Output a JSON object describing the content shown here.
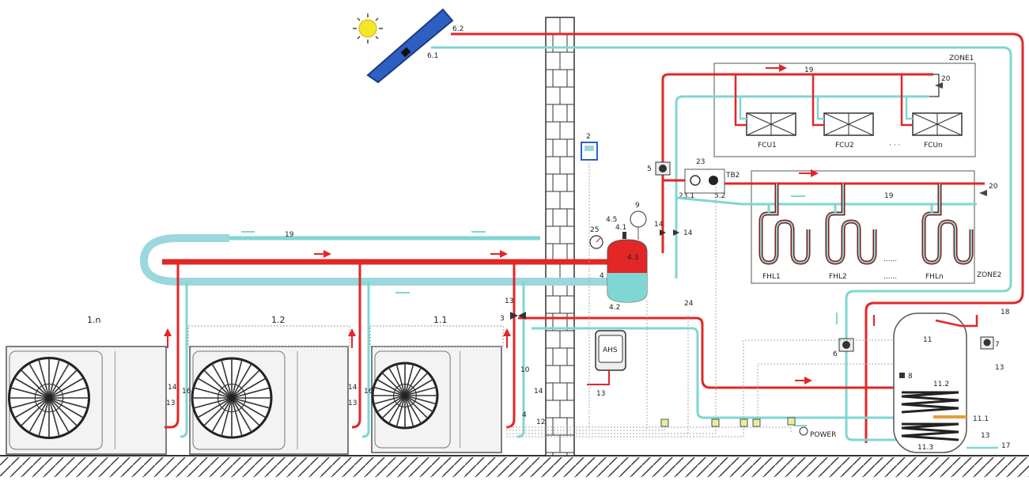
{
  "colors": {
    "hot": "#e32626",
    "cold": "#7fd6d3",
    "panel": "#2f5fc2",
    "sun": "#f5e62c",
    "wall": "#ffffff",
    "unit": "#f3f3f3"
  },
  "solar": {
    "label_top": "6.2",
    "label_bottom": "6.1"
  },
  "units": [
    {
      "label": "1.n"
    },
    {
      "label": "1.2"
    },
    {
      "label": "1.1"
    }
  ],
  "zones": {
    "zone1": {
      "title": "ZONE1",
      "fcu": [
        "FCU1",
        "FCU2",
        "FCUn"
      ],
      "dots": "· · ·"
    },
    "zone2": {
      "title": "ZONE2",
      "fhl": [
        "FHL1",
        "FHL2",
        "FHLn"
      ],
      "dots": "......"
    }
  },
  "components": {
    "ahs": "AHS",
    "power": "POWER",
    "tb2": "TB2",
    "tank_dhw": "11",
    "tank_coil_upper": "11.2",
    "tank_coil_lower": "11.1",
    "tank_bottom": "11.3",
    "tank_b": "8"
  },
  "labels": {
    "n19_top": "19",
    "n19_zone2": "19",
    "n19_main": "19",
    "n20_a": "20",
    "n20_b": "20",
    "n2": "2",
    "n5": "5",
    "n23": "23",
    "n23_1": "23.1",
    "n5_2": "5.2",
    "n9": "9",
    "n4_5": "4.5",
    "n4_1": "4.1",
    "n4_3": "4.3",
    "n4": "4",
    "n4_2": "4.2",
    "n25": "25",
    "n14_a": "14",
    "n14_b": "14",
    "n13_a": "13",
    "n3": "3",
    "n24": "24",
    "n10": "10",
    "n13_b": "13",
    "n14_c": "14",
    "n12": "12",
    "n4_b": "4",
    "n6": "6",
    "n18": "18",
    "n7": "7",
    "n13_c": "13",
    "n13_d": "13",
    "n17": "17",
    "n16_a": "16",
    "n16_b": "16",
    "n14_d": "14",
    "n14_e": "14",
    "n13_e": "13",
    "n13_f": "13"
  }
}
